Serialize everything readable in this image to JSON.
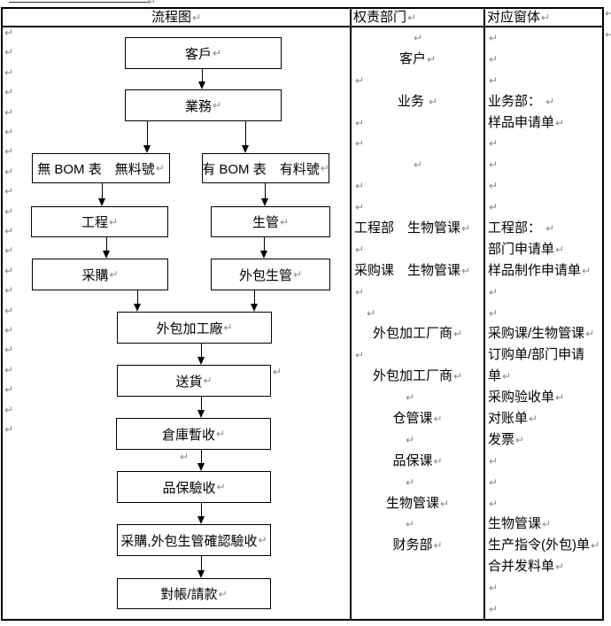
{
  "symbols": {
    "paragraph_mark": "↵"
  },
  "colors": {
    "border": "#000000",
    "text": "#000000",
    "mark": "#888888",
    "background": "#ffffff"
  },
  "table": {
    "header": {
      "flowchart_col": "流程图",
      "departments_col": "权责部门",
      "forms_col": "对应窗体"
    }
  },
  "flowchart": {
    "boxes": [
      {
        "id": "customer",
        "label": "客戶"
      },
      {
        "id": "business",
        "label": "業務 "
      },
      {
        "id": "no-bom",
        "label": "無 BOM 表　無料號"
      },
      {
        "id": "has-bom",
        "label": "有 BOM 表　有料號"
      },
      {
        "id": "engineering",
        "label": "工程"
      },
      {
        "id": "production-control",
        "label": "生管"
      },
      {
        "id": "purchasing",
        "label": "采購"
      },
      {
        "id": "outsourcing-control",
        "label": "外包生管"
      },
      {
        "id": "outsourcing-factory",
        "label": "外包加工廠"
      },
      {
        "id": "delivery",
        "label": "送貨"
      },
      {
        "id": "warehouse-receipt",
        "label": "倉庫暫收"
      },
      {
        "id": "qa-acceptance",
        "label": "品保驗收"
      },
      {
        "id": "confirm-acceptance",
        "label": "采購,外包生管確認驗收"
      },
      {
        "id": "reconciliation",
        "label": "對帳/請款"
      }
    ]
  },
  "departments_column": {
    "lines": [
      {
        "text": "",
        "align": "center"
      },
      {
        "text": "客户",
        "align": "center"
      },
      {
        "text": "",
        "align": "left"
      },
      {
        "text": "业务 ",
        "align": "center"
      },
      {
        "text": "",
        "align": "left"
      },
      {
        "text": "",
        "align": "left"
      },
      {
        "text": "",
        "align": "center"
      },
      {
        "text": "",
        "align": "left"
      },
      {
        "text": "",
        "align": "left"
      },
      {
        "text": "工程部　生物管课",
        "align": "left"
      },
      {
        "text": "",
        "align": "left"
      },
      {
        "text": "采购课　生物管课",
        "align": "left"
      },
      {
        "text": "",
        "align": "left"
      },
      {
        "text": "",
        "align": "indent-sm"
      },
      {
        "text": "外包加工厂商",
        "align": "center"
      },
      {
        "text": "",
        "align": "left"
      },
      {
        "text": "外包加工厂商",
        "align": "center"
      },
      {
        "text": "",
        "align": "indent-lg"
      },
      {
        "text": "仓管课",
        "align": "center"
      },
      {
        "text": "",
        "align": "indent-lg"
      },
      {
        "text": "品保课",
        "align": "center"
      },
      {
        "text": "",
        "align": "indent-lg"
      },
      {
        "text": "生物管课",
        "align": "center"
      },
      {
        "text": "",
        "align": "indent-lg"
      },
      {
        "text": "财务部",
        "align": "center"
      }
    ]
  },
  "forms_column": {
    "lines": [
      {
        "text": "",
        "mark": true
      },
      {
        "text": "",
        "mark": true
      },
      {
        "text": "",
        "mark": true
      },
      {
        "text": "业务部： ",
        "mark": true
      },
      {
        "text": "样品申请单",
        "mark": true
      },
      {
        "text": "",
        "mark": true
      },
      {
        "text": "",
        "mark": true
      },
      {
        "text": "",
        "mark": true
      },
      {
        "text": "",
        "mark": true
      },
      {
        "text": "工程部： ",
        "mark": true
      },
      {
        "text": "部门申请单",
        "mark": true
      },
      {
        "text": "样品制作申请单",
        "mark": true
      },
      {
        "text": "",
        "mark": true
      },
      {
        "text": "",
        "mark": true
      },
      {
        "text": "采购课/生物管课",
        "mark": true
      },
      {
        "text": "订购单/部门申请",
        "mark": false
      },
      {
        "text": "单",
        "mark": true
      },
      {
        "text": "采购验收单",
        "mark": true
      },
      {
        "text": "对账单",
        "mark": true
      },
      {
        "text": "发票",
        "mark": true
      },
      {
        "text": "",
        "mark": true
      },
      {
        "text": "",
        "mark": true
      },
      {
        "text": "",
        "mark": true
      },
      {
        "text": "生物管课",
        "mark": true
      },
      {
        "text": "生产指令(外包)单",
        "mark": true
      },
      {
        "text": "合并发料单",
        "mark": true
      },
      {
        "text": "",
        "mark": true
      },
      {
        "text": "",
        "mark": true
      }
    ]
  }
}
